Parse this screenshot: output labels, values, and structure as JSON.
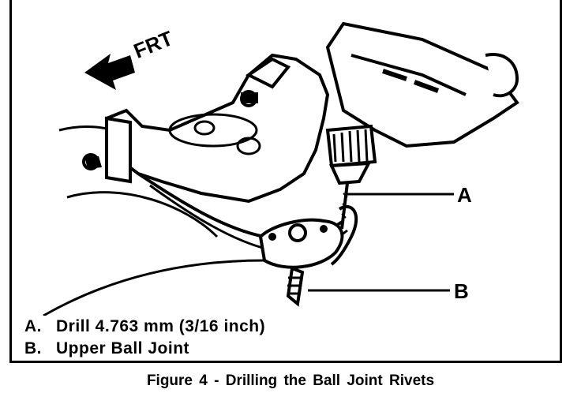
{
  "figure": {
    "direction_label": "FRT",
    "callouts": [
      {
        "key": "A",
        "text": "Drill 4.763 mm (3/16 inch)"
      },
      {
        "key": "B",
        "text": "Upper Ball Joint"
      }
    ],
    "legend": [
      {
        "key": "A.",
        "text": "Drill 4.763 mm (3/16 inch)"
      },
      {
        "key": "B.",
        "text": "Upper Ball Joint"
      }
    ],
    "caption": "Figure 4 - Drilling the Ball Joint Rivets"
  },
  "icons": [
    "front-direction-arrow-icon",
    "drill-illustration",
    "control-arm-illustration",
    "ball-joint-illustration"
  ]
}
